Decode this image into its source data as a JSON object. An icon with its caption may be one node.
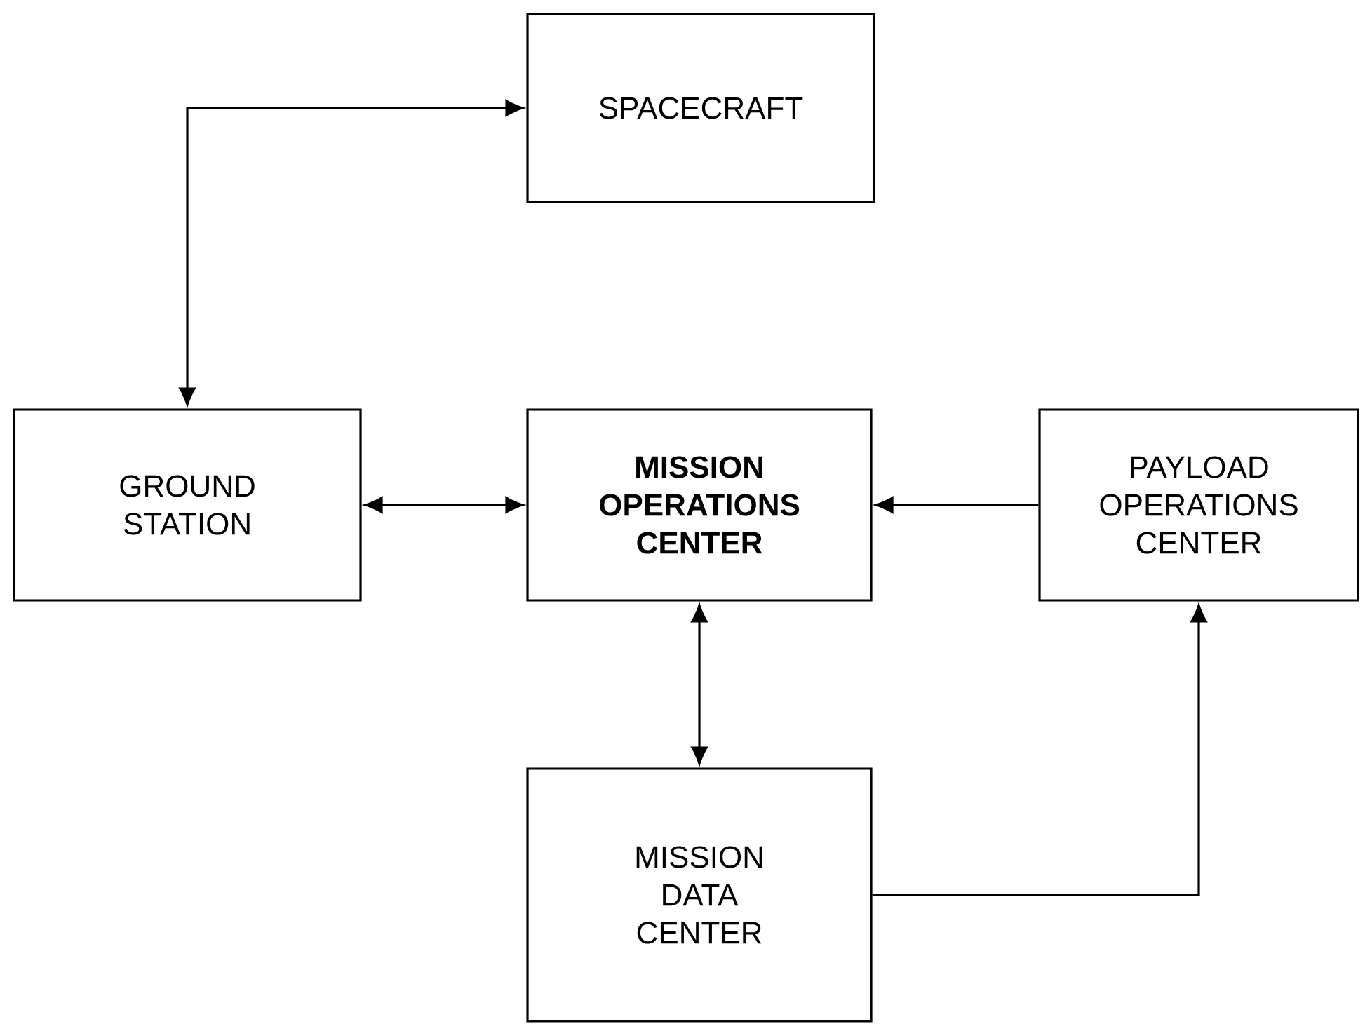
{
  "diagram": {
    "nodes": [
      {
        "text": [
          "SPACECRAFT"
        ]
      },
      {
        "text": [
          "GROUND STATION"
        ]
      },
      {
        "text": [
          "MISSION OPERATIONS CENTER"
        ]
      },
      {
        "text": [
          "PAYLOAD OPERATIONS CENTER"
        ]
      },
      {
        "text": [
          "MISSION DATA CENTER"
        ]
      }
    ],
    "edges": [
      {
        "from": 1,
        "to": 0,
        "arrow": "both"
      },
      {
        "from": 1,
        "to": 2,
        "arrow": "both"
      },
      {
        "from": 3,
        "to": 2,
        "arrow": "to"
      },
      {
        "from": 2,
        "to": 4,
        "arrow": "both"
      },
      {
        "from": 4,
        "to": 3,
        "arrow": "to"
      }
    ]
  }
}
